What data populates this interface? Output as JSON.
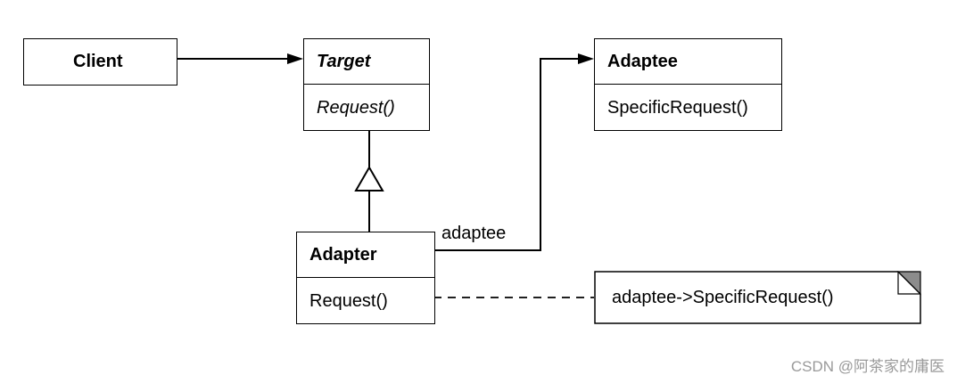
{
  "client": {
    "name": "Client"
  },
  "target": {
    "name": "Target",
    "operation": "Request()"
  },
  "adaptee": {
    "name": "Adaptee",
    "operation": "SpecificRequest()"
  },
  "adapter": {
    "name": "Adapter",
    "operation": "Request()"
  },
  "association": {
    "label": "adaptee"
  },
  "note": {
    "text": "adaptee->SpecificRequest()"
  },
  "watermark": {
    "text": "CSDN @阿茶家的庸医"
  }
}
